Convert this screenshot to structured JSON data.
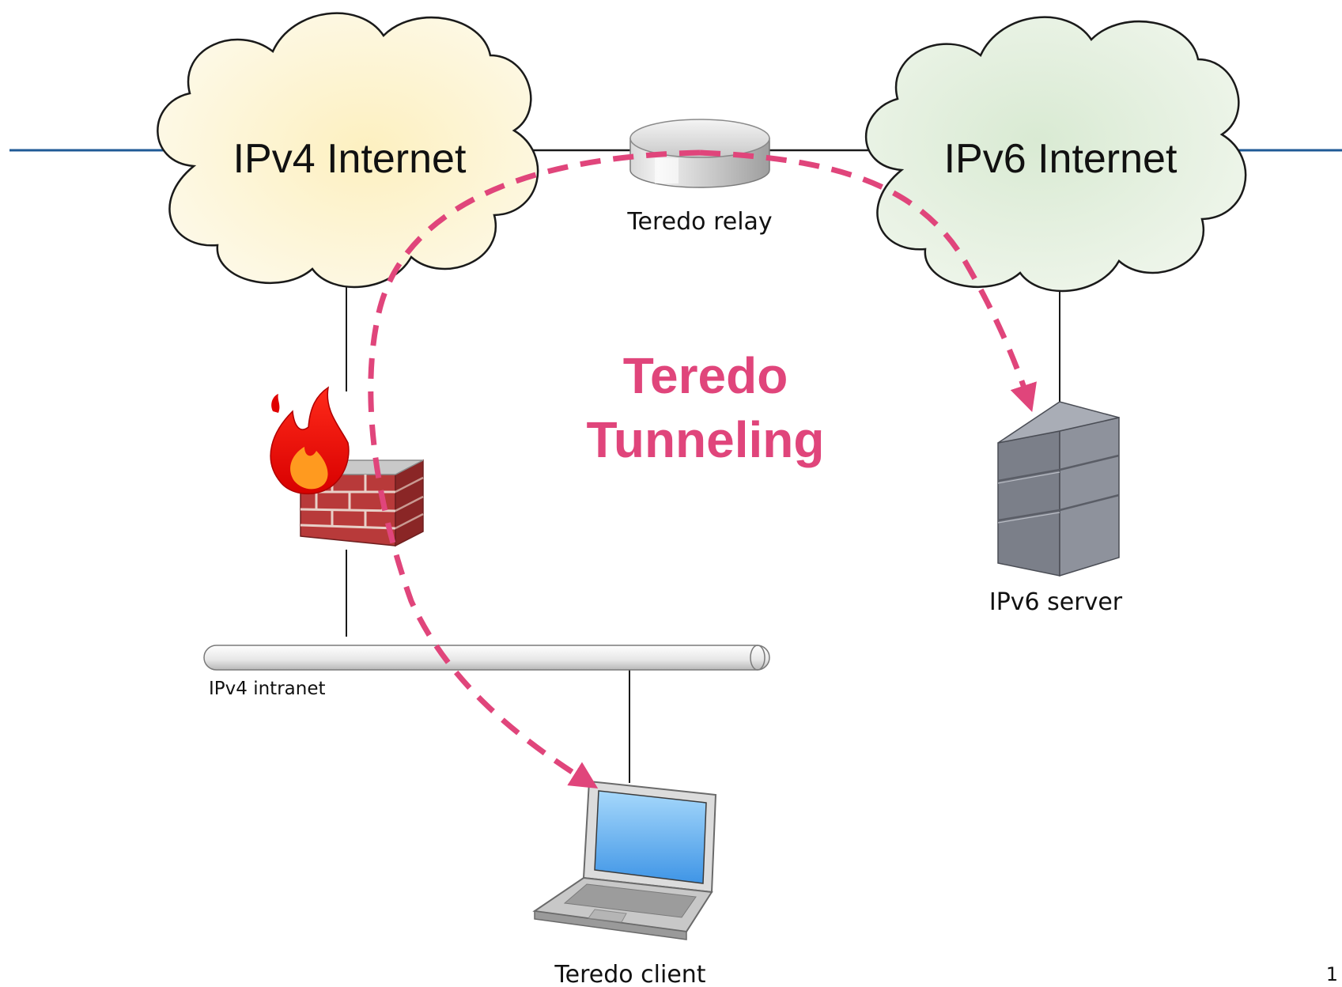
{
  "title": {
    "line1": "Teredo",
    "line2": "Tunneling"
  },
  "nodes": {
    "ipv4_internet": "IPv4 Internet",
    "ipv6_internet": "IPv6 Internet",
    "teredo_relay": "Teredo relay",
    "ipv6_server": "IPv6 server",
    "ipv4_intranet": "IPv4 intranet",
    "teredo_client": "Teredo client"
  },
  "page_number": "1",
  "colors": {
    "tunnel_path": "#e0457b",
    "backbone_line": "#1f5a96",
    "ipv4_cloud_fill": "#fdf6d6",
    "ipv6_cloud_fill": "#e6f1e2",
    "firewall_brick": "#b83a3a",
    "server_body": "#7a7f8a",
    "laptop_screen": "#6cb6f2"
  },
  "icons": [
    "cloud-icon",
    "router-icon",
    "firewall-icon",
    "server-icon",
    "laptop-icon",
    "network-bus-icon"
  ]
}
